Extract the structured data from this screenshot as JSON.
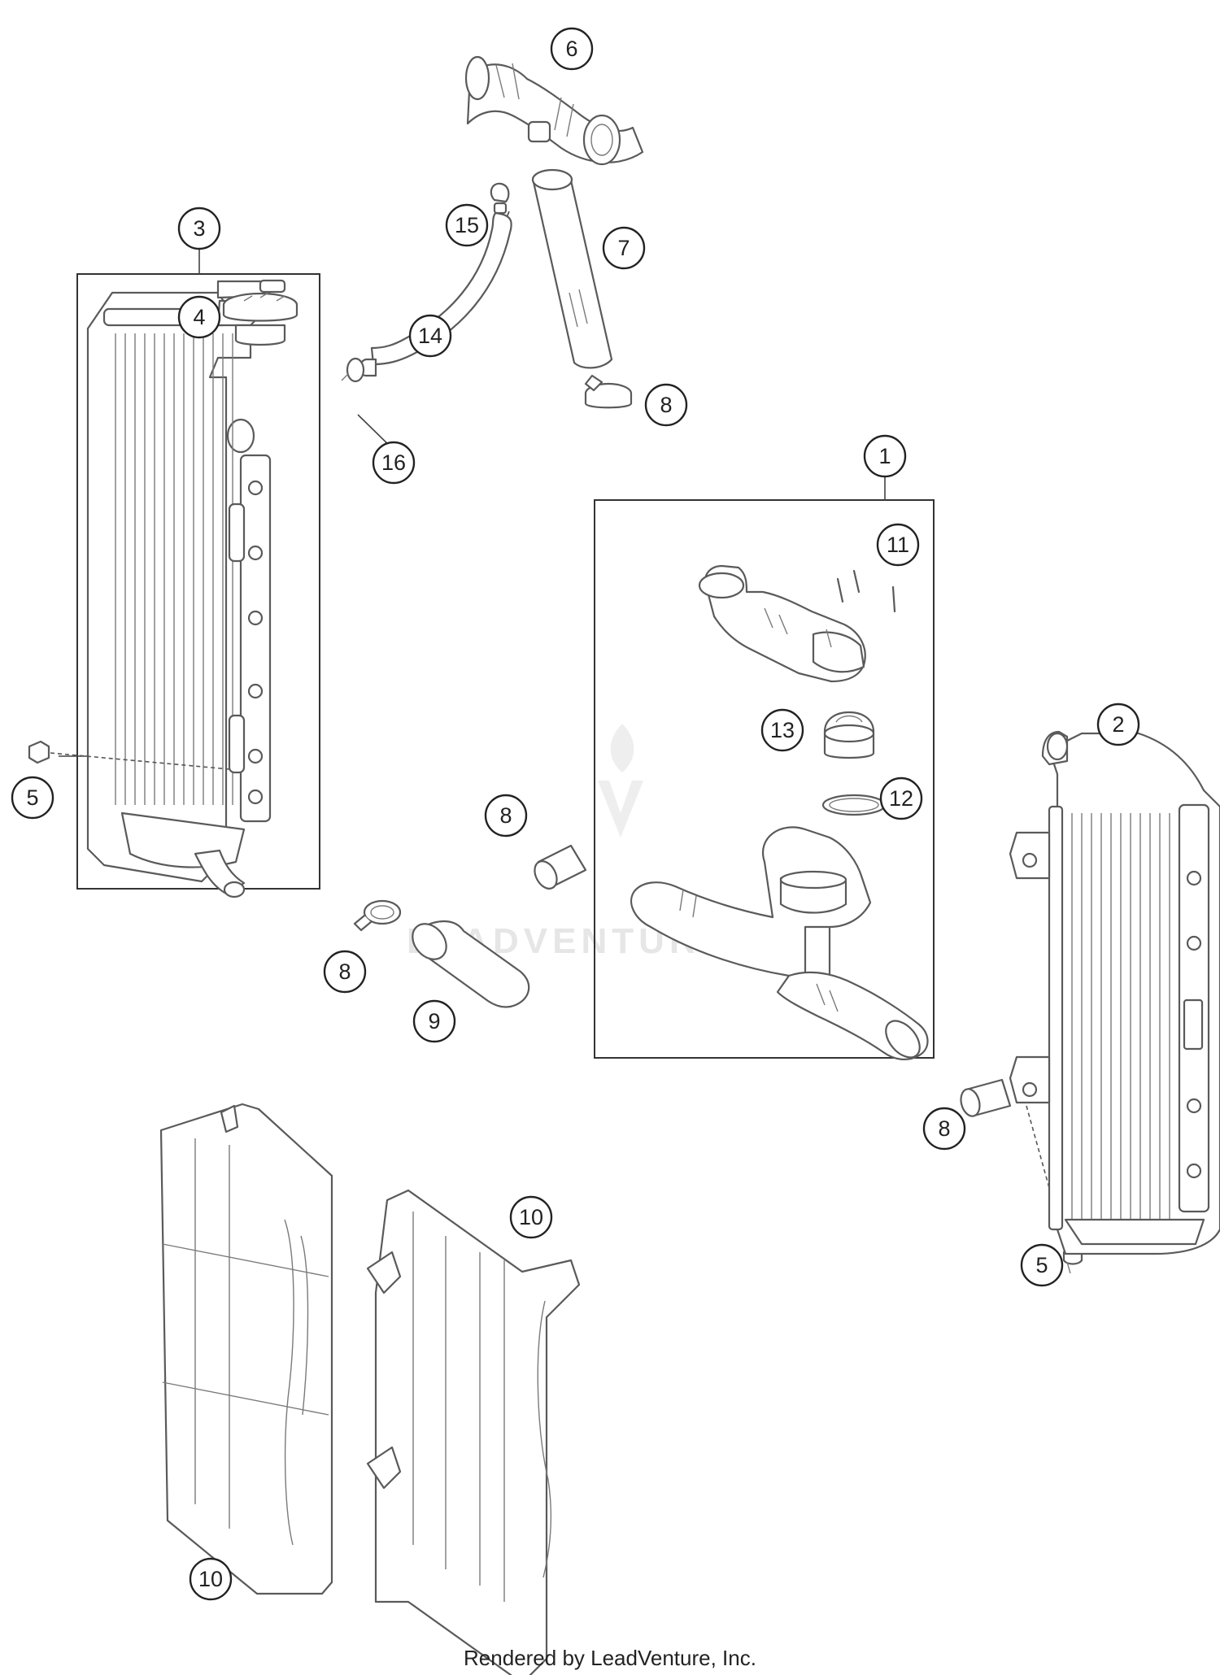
{
  "watermark": "LEADVENTURE",
  "footer": "Rendered by LeadVenture, Inc.",
  "callouts": [
    {
      "label": "1"
    },
    {
      "label": "2"
    },
    {
      "label": "3"
    },
    {
      "label": "4"
    },
    {
      "label": "5"
    },
    {
      "label": "5"
    },
    {
      "label": "6"
    },
    {
      "label": "7"
    },
    {
      "label": "8"
    },
    {
      "label": "8"
    },
    {
      "label": "8"
    },
    {
      "label": "8"
    },
    {
      "label": "9"
    },
    {
      "label": "10"
    },
    {
      "label": "10"
    },
    {
      "label": "11"
    },
    {
      "label": "12"
    },
    {
      "label": "13"
    },
    {
      "label": "14"
    },
    {
      "label": "15"
    },
    {
      "label": "16"
    }
  ]
}
